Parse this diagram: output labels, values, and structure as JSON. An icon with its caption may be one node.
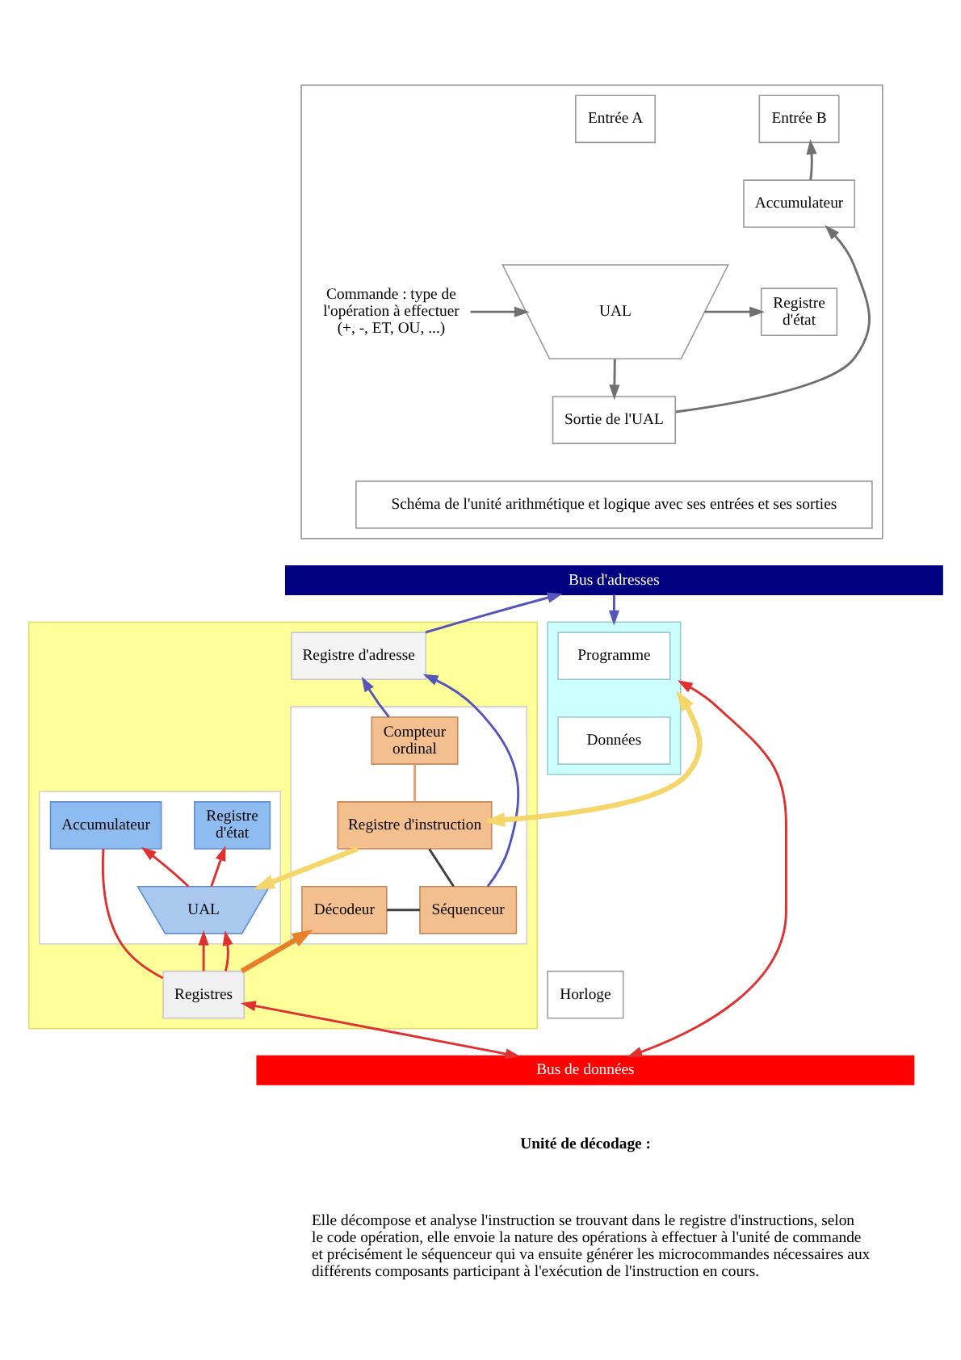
{
  "diagram": {
    "nodes": [
      {
        "text": [],
        "shape": "box"
      },
      {
        "text": [
          "Entrée A"
        ],
        "in": 0
      },
      {
        "text": [
          "Entrée B"
        ],
        "in": 0
      },
      {
        "text": [
          "Commande : type de l'opération à effectuer (+, -, ET, OU, ...)"
        ],
        "in": 0
      },
      {
        "text": [
          "UAL"
        ],
        "in": 0
      },
      {
        "text": [
          "Accumulateur"
        ],
        "in": 0
      },
      {
        "text": [
          "Registre d'état"
        ],
        "in": 0
      },
      {
        "text": [
          "Sortie de l'UAL"
        ],
        "in": 0
      },
      {
        "text": [
          "Schéma de l'unité arithmétique et logique avec ses entrées et ses sorties"
        ],
        "in": 0
      },
      {
        "text": [
          "Bus d'adresses"
        ]
      },
      {
        "text": [],
        "shape": "box"
      },
      {
        "text": [],
        "shape": "box",
        "in": 10
      },
      {
        "text": [],
        "shape": "box",
        "in": 10
      },
      {
        "text": [
          "Accumulateur"
        ],
        "in": 11
      },
      {
        "text": [
          "Registre d'état"
        ],
        "in": 11
      },
      {
        "text": [
          "UAL"
        ],
        "in": 11
      },
      {
        "text": [
          "Registres"
        ],
        "in": 10
      },
      {
        "text": [
          "Registre d'adresse"
        ],
        "in": 10
      },
      {
        "text": [
          "Compteur ordinal"
        ],
        "in": 12
      },
      {
        "text": [
          "Registre d'instruction"
        ],
        "in": 12
      },
      {
        "text": [
          "Décodeur"
        ],
        "in": 12
      },
      {
        "text": [
          "Séquenceur"
        ],
        "in": 12
      },
      {
        "text": [],
        "shape": "box"
      },
      {
        "text": [
          "Programme"
        ],
        "in": 22
      },
      {
        "text": [
          "Données"
        ],
        "in": 22
      },
      {
        "text": [
          "Horloge"
        ]
      },
      {
        "text": [
          "Bus de données"
        ]
      }
    ],
    "edges": [
      {
        "from": 3,
        "to": 4,
        "arrow": "to",
        "color": "#707070"
      },
      {
        "from": 4,
        "to": 6,
        "arrow": "to",
        "color": "#707070"
      },
      {
        "from": 4,
        "to": 7,
        "arrow": "to",
        "color": "#707070"
      },
      {
        "from": 7,
        "to": 5,
        "arrow": "to",
        "color": "#707070"
      },
      {
        "from": 5,
        "to": 2,
        "arrow": "to",
        "color": "#707070"
      },
      {
        "from": 17,
        "to": 9,
        "arrow": "to",
        "color": "#5555bb"
      },
      {
        "from": 9,
        "to": 22,
        "arrow": "to",
        "color": "#5555bb"
      },
      {
        "from": 18,
        "to": 17,
        "arrow": "to",
        "color": "#5555bb"
      },
      {
        "from": 21,
        "to": 17,
        "arrow": "to",
        "color": "#5555bb"
      },
      {
        "from": 15,
        "to": 13,
        "arrow": "to",
        "color": "#e03030"
      },
      {
        "from": 15,
        "to": 14,
        "arrow": "to",
        "color": "#e03030"
      },
      {
        "from": 13,
        "to": 16,
        "arrow": "none",
        "color": "#e03030"
      },
      {
        "from": 16,
        "to": 15,
        "arrow": "to",
        "color": "#e03030"
      },
      {
        "from": 16,
        "to": 15,
        "arrow": "to",
        "color": "#e03030"
      },
      {
        "from": 18,
        "to": 19,
        "arrow": "none",
        "color": "#e8a070"
      },
      {
        "from": 19,
        "to": 21,
        "arrow": "none",
        "color": "#404040"
      },
      {
        "from": 20,
        "to": 21,
        "arrow": "none",
        "color": "#404040"
      },
      {
        "from": 16,
        "to": 20,
        "arrow": "to",
        "style": "thick",
        "color": "#e8802a"
      },
      {
        "from": 22,
        "to": 19,
        "arrow": "both",
        "style": "thick",
        "color": "#f5d66a"
      },
      {
        "from": 19,
        "to": 15,
        "arrow": "to",
        "style": "thick",
        "color": "#f5d66a"
      },
      {
        "from": 16,
        "to": 26,
        "arrow": "both",
        "color": "#e03030"
      },
      {
        "from": 22,
        "to": 26,
        "arrow": "both",
        "color": "#e03030"
      }
    ],
    "labels": [
      "Unité de décodage :",
      "Elle décompose et analyse l'instruction se trouvant dans le registre d'instructions, selon le code opération, elle envoie la nature des opérations à effectuer à l'unité de commande et précisément le séquenceur qui va ensuite générer les microcommandes nécessaires aux différents composants participant à l'exécution de l'instruction en cours."
    ]
  }
}
